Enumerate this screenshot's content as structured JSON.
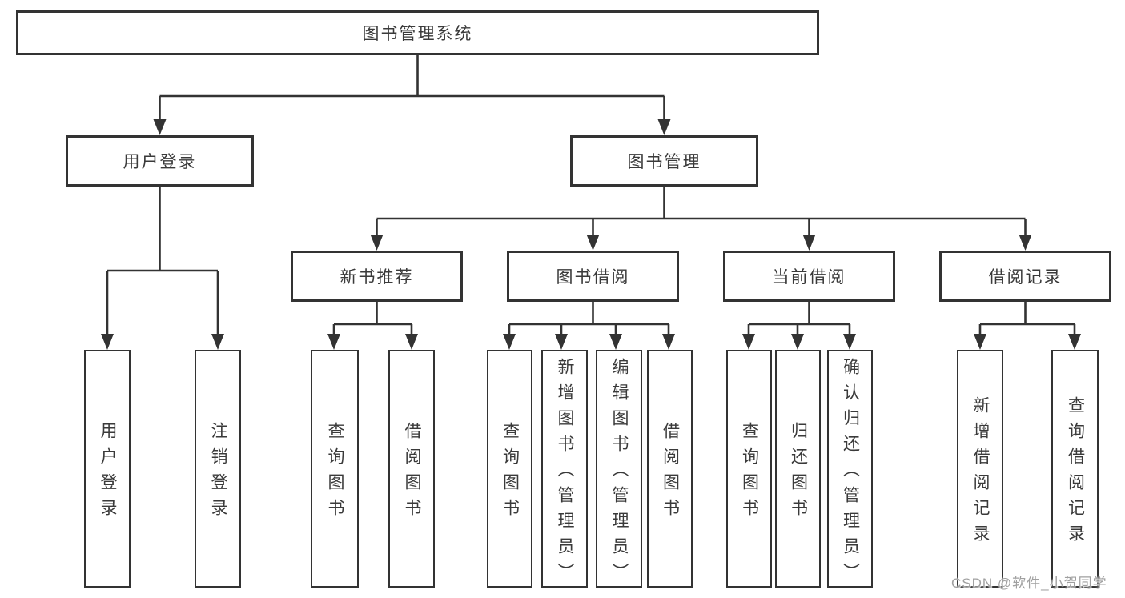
{
  "diagram": {
    "type": "hierarchy-tree",
    "title": "图书管理系统",
    "colors": {
      "line": "#333333",
      "box_border": "#333333",
      "box_fill": "#ffffff",
      "text": "#3a3a3a",
      "watermark_text": "#a0a0a0",
      "background": "#ffffff"
    },
    "nodes": {
      "root": {
        "label": "图书管理系统"
      },
      "user_login": {
        "label": "用户登录"
      },
      "book_mgmt": {
        "label": "图书管理"
      },
      "new_book_rec": {
        "label": "新书推荐"
      },
      "book_borrow": {
        "label": "图书借阅"
      },
      "current_borrow": {
        "label": "当前借阅"
      },
      "borrow_record": {
        "label": "借阅记录"
      },
      "user_login_leaf": {
        "label": "用户登录"
      },
      "logout": {
        "label": "注销登录"
      },
      "query_book_a": {
        "label": "查询图书"
      },
      "borrow_book_a": {
        "label": "借阅图书"
      },
      "query_book_b": {
        "label": "查询图书"
      },
      "add_book": {
        "label": "新增图书（管理员）"
      },
      "edit_book": {
        "label": "编辑图书（管理员）"
      },
      "borrow_book_b": {
        "label": "借阅图书"
      },
      "query_book_c": {
        "label": "查询图书"
      },
      "return_book": {
        "label": "归还图书"
      },
      "confirm_return": {
        "label": "确认归还（管理员）"
      },
      "add_record": {
        "label": "新增借阅记录"
      },
      "query_record": {
        "label": "查询借阅记录"
      }
    },
    "edges": [
      [
        "root",
        "user_login"
      ],
      [
        "root",
        "book_mgmt"
      ],
      [
        "user_login",
        "user_login_leaf"
      ],
      [
        "user_login",
        "logout"
      ],
      [
        "book_mgmt",
        "new_book_rec"
      ],
      [
        "book_mgmt",
        "book_borrow"
      ],
      [
        "book_mgmt",
        "current_borrow"
      ],
      [
        "book_mgmt",
        "borrow_record"
      ],
      [
        "new_book_rec",
        "query_book_a"
      ],
      [
        "new_book_rec",
        "borrow_book_a"
      ],
      [
        "book_borrow",
        "query_book_b"
      ],
      [
        "book_borrow",
        "add_book"
      ],
      [
        "book_borrow",
        "edit_book"
      ],
      [
        "book_borrow",
        "borrow_book_b"
      ],
      [
        "current_borrow",
        "query_book_c"
      ],
      [
        "current_borrow",
        "return_book"
      ],
      [
        "current_borrow",
        "confirm_return"
      ],
      [
        "borrow_record",
        "add_record"
      ],
      [
        "borrow_record",
        "query_record"
      ]
    ]
  },
  "watermark": {
    "text": "CSDN @软件_小贺同学"
  }
}
